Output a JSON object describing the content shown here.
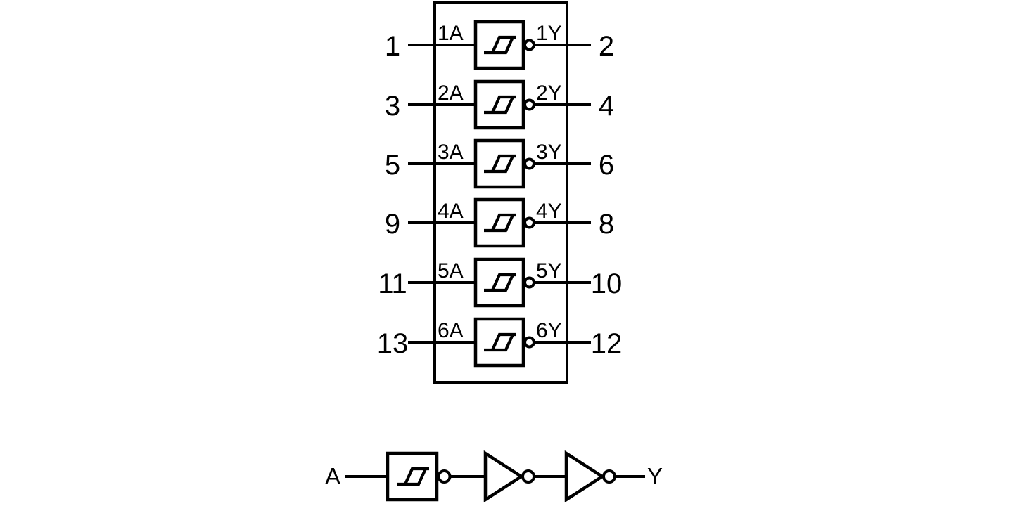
{
  "colors": {
    "background": "#ffffff",
    "line": "#000000",
    "text": "#000000"
  },
  "ic": {
    "description": "hex-schmitt-trigger-inverter-package",
    "gates": [
      {
        "input_pin": "1",
        "input_label": "1A",
        "output_label": "1Y",
        "output_pin": "2"
      },
      {
        "input_pin": "3",
        "input_label": "2A",
        "output_label": "2Y",
        "output_pin": "4"
      },
      {
        "input_pin": "5",
        "input_label": "3A",
        "output_label": "3Y",
        "output_pin": "6"
      },
      {
        "input_pin": "9",
        "input_label": "4A",
        "output_label": "4Y",
        "output_pin": "8"
      },
      {
        "input_pin": "11",
        "input_label": "5A",
        "output_label": "5Y",
        "output_pin": "10"
      },
      {
        "input_pin": "13",
        "input_label": "6A",
        "output_label": "6Y",
        "output_pin": "12"
      }
    ]
  },
  "equivalent_circuit": {
    "input_label": "A",
    "output_label": "Y"
  }
}
